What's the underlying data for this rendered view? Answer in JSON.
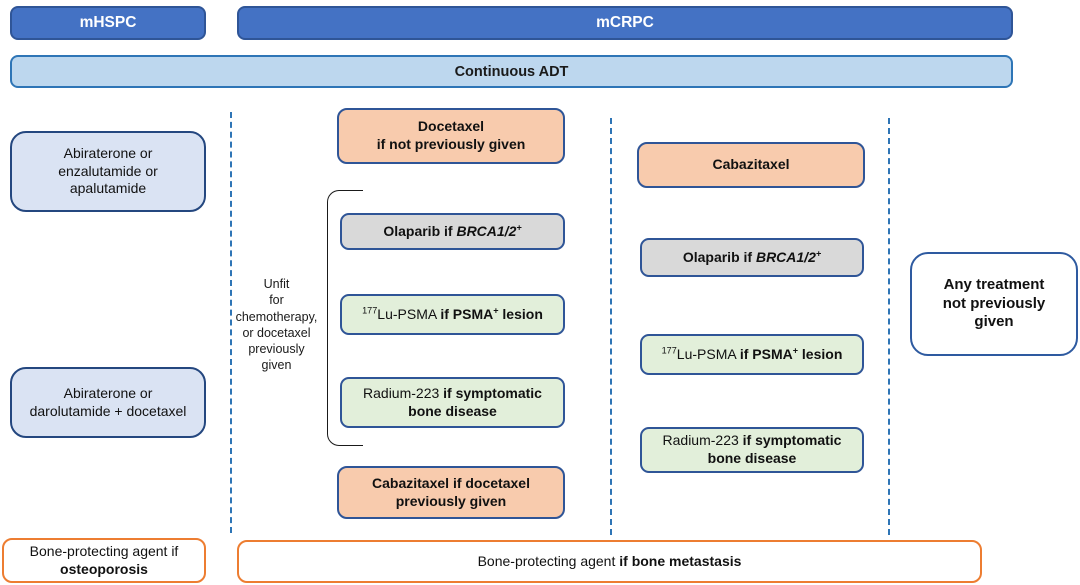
{
  "colors": {
    "header_blue_fill": "#4472C4",
    "header_blue_border": "#2F5597",
    "adt_fill": "#BDD7EE",
    "adt_border": "#2E75B6",
    "lavender_fill": "#DAE3F3",
    "lavender_border": "#24477F",
    "orange_fill": "#F8CBAD",
    "gray_fill": "#D9D9D9",
    "green_fill": "#E2EFDA",
    "box_blue_border": "#2F5597",
    "white_box_border": "#2E5AA0",
    "orange_outline": "#ED7D31",
    "dashed_divider": "#2E75B6",
    "bracket": "#1a1a1a"
  },
  "headers": {
    "mhspc": "mHSPC",
    "mcrpc": "mCRPC",
    "adt": "Continuous ADT"
  },
  "mhspc_column": {
    "first_line_box": {
      "lines": [
        "Abiraterone or",
        "enzalutamide or",
        "apalutamide"
      ]
    },
    "second_line_box": {
      "lines": [
        "Abiraterone or",
        "darolutamide + docetaxel"
      ]
    },
    "bone_agent_box": {
      "normal": "Bone-protecting agent if",
      "bold": "osteoporosis"
    }
  },
  "mcrpc_line1": {
    "docetaxel_box": {
      "lines": [
        "Docetaxel",
        "if not previously given"
      ]
    },
    "bracket_label": {
      "lines": [
        "Unfit",
        "for",
        "chemotherapy,",
        "or docetaxel",
        "previously",
        "given"
      ]
    },
    "olaparib_box": {
      "bold": "Olaparib if ",
      "italic": "BRCA1/2",
      "sup": "+"
    },
    "lu_psma_box": {
      "sup": "177",
      "normal": "Lu-PSMA ",
      "bold": "if PSMA",
      "bold_sup": "+",
      "bold_rest": " lesion"
    },
    "radium_box": {
      "normal": "Radium-223 ",
      "bold_line1": "if symptomatic",
      "bold_line2": "bone disease"
    },
    "cabazitaxel_box": {
      "lines": [
        "Cabazitaxel if docetaxel",
        "previously given"
      ]
    }
  },
  "mcrpc_line2": {
    "cabazitaxel_box": {
      "label": "Cabazitaxel"
    },
    "olaparib_box": {
      "bold": "Olaparib if ",
      "italic": "BRCA1/2",
      "sup": "+"
    },
    "lu_psma_box": {
      "sup": "177",
      "normal": "Lu-PSMA ",
      "bold": "if PSMA",
      "bold_sup": "+",
      "bold_rest": " lesion"
    },
    "radium_box": {
      "normal": "Radium-223 ",
      "bold_line1": "if symptomatic",
      "bold_line2": "bone disease"
    }
  },
  "later_lines": {
    "any_treatment_box": {
      "lines": [
        "Any treatment",
        "not previously",
        "given"
      ]
    }
  },
  "bone_agent_mcrpc_box": {
    "normal": "Bone-protecting agent ",
    "bold": "if bone metastasis"
  }
}
